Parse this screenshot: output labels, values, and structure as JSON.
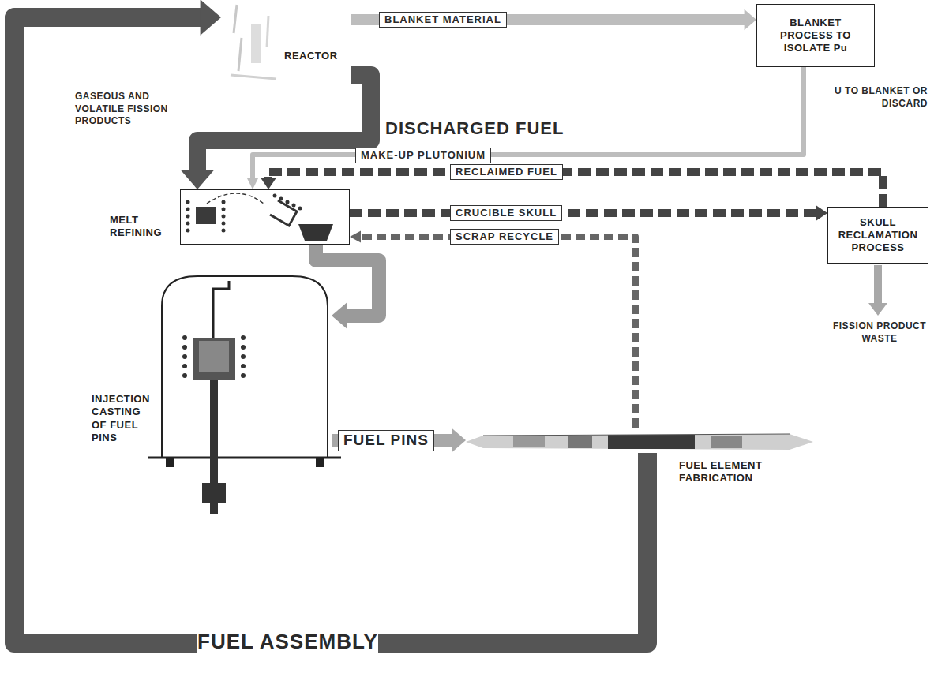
{
  "diagram": {
    "nodes": [
      {
        "text": [
          "REACTOR"
        ]
      },
      {
        "text": [
          "BLANKET PROCESS TO ISOLATE Pu"
        ]
      },
      {
        "text": [
          "MELT REFINING"
        ]
      },
      {
        "text": [
          "SKULL RECLAMATION PROCESS"
        ]
      },
      {
        "text": [
          "INJECTION CASTING OF FUEL PINS"
        ]
      },
      {
        "text": [
          "FUEL ELEMENT FABRICATION"
        ]
      }
    ],
    "edges": [
      {
        "from": 0,
        "to": 1,
        "arrow": "to",
        "label": "BLANKET MATERIAL"
      },
      {
        "from": 0,
        "to": 2,
        "arrow": "to",
        "label": "DISCHARGED FUEL"
      },
      {
        "from": 1,
        "to": 2,
        "arrow": "to",
        "label": "MAKE-UP PLUTONIUM"
      },
      {
        "from": 3,
        "to": 2,
        "arrow": "to",
        "label": "RECLAIMED FUEL"
      },
      {
        "from": 2,
        "to": 3,
        "arrow": "to",
        "label": "CRUCIBLE SKULL"
      },
      {
        "from": 5,
        "to": 2,
        "arrow": "to",
        "label": "SCRAP RECYCLE"
      },
      {
        "from": 2,
        "to": 4,
        "arrow": "to"
      },
      {
        "from": 4,
        "to": 5,
        "arrow": "to",
        "label": "FUEL PINS"
      },
      {
        "from": 5,
        "to": 0,
        "arrow": "to",
        "label": "FUEL ASSEMBLY"
      }
    ],
    "labels": [
      "GASEOUS AND VOLATILE FISSION PRODUCTS",
      "U TO BLANKET OR DISCARD",
      "FISSION PRODUCT WASTE"
    ]
  }
}
